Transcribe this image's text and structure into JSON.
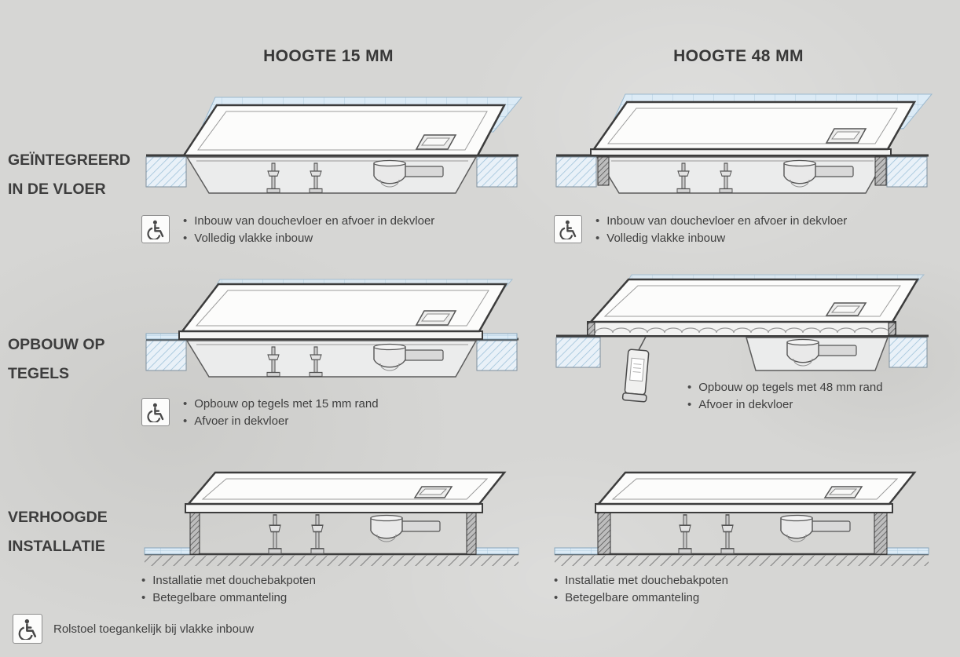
{
  "columns": [
    {
      "title": "HOOGTE 15 MM"
    },
    {
      "title": "HOOGTE 48 MM"
    }
  ],
  "rows": [
    {
      "label": "GEÏNTEGREERD IN DE VLOER",
      "left": {
        "wheelchair_accessible": true,
        "bullets": [
          "Inbouw van douchevloer en afvoer in dekvloer",
          "Volledig vlakke inbouw"
        ]
      },
      "right": {
        "wheelchair_accessible": true,
        "bullets": [
          "Inbouw van douchevloer en afvoer in dekvloer",
          "Volledig vlakke inbouw"
        ]
      }
    },
    {
      "label": "OPBOUW OP TEGELS",
      "left": {
        "wheelchair_accessible": true,
        "bullets": [
          "Opbouw op tegels met 15 mm rand",
          "Afvoer in dekvloer"
        ]
      },
      "right": {
        "wheelchair_accessible": false,
        "bullets": [
          "Opbouw op tegels met 48 mm rand",
          "Afvoer in dekvloer"
        ]
      }
    },
    {
      "label": "VERHOOGDE INSTALLATIE",
      "left": {
        "wheelchair_accessible": false,
        "bullets": [
          "Installatie met douchebakpoten",
          "Betegelbare ommanteling"
        ]
      },
      "right": {
        "wheelchair_accessible": false,
        "bullets": [
          "Installatie met douchebakpoten",
          "Betegelbare ommanteling"
        ]
      }
    }
  ],
  "footer": {
    "wheelchair_accessible": true,
    "text": "Rolstoel toegankelijk bij vlakke inbouw"
  },
  "icons": {
    "wheelchair": "♿"
  },
  "colors": {
    "background": "#d6d6d4",
    "tile_blue": "#dcebf6",
    "hatch_blue": "#9fc2da",
    "outline_dark": "#3c3c3c",
    "text": "#3f3f3f"
  }
}
